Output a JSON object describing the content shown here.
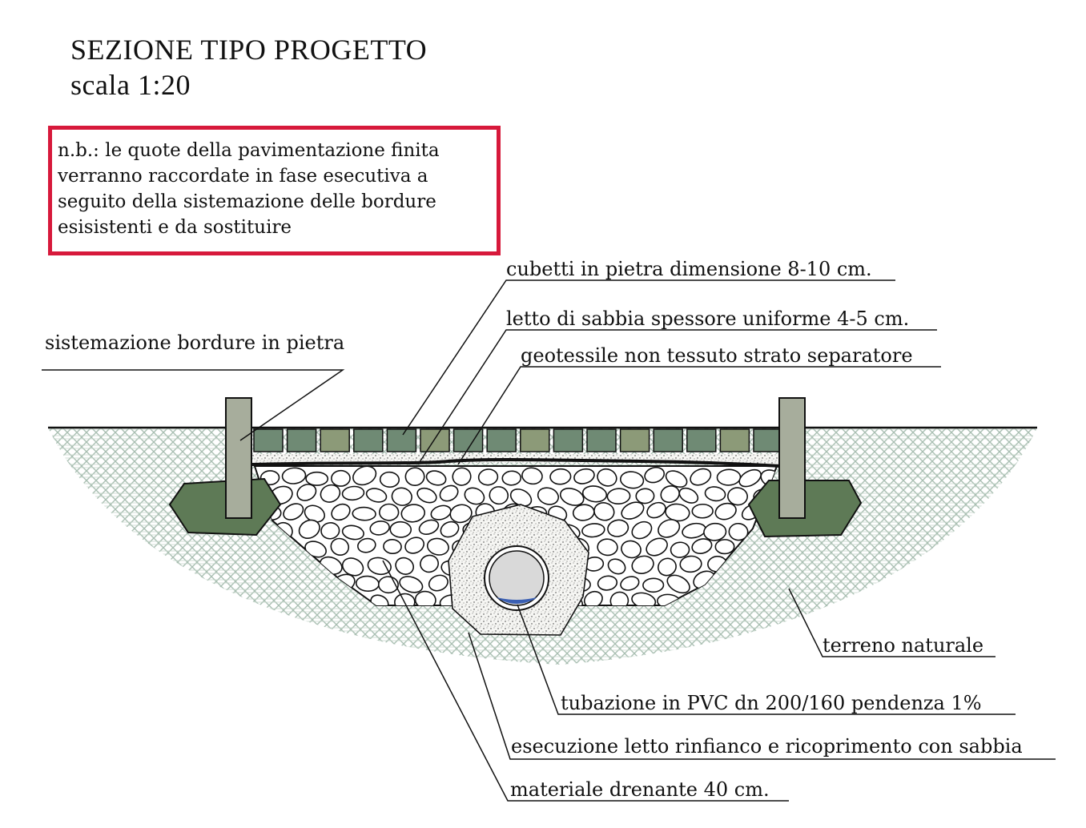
{
  "title": {
    "line1": "SEZIONE TIPO PROGETTO",
    "line2": "scala 1:20"
  },
  "note": {
    "lines": [
      "n.b.: le quote della pavimentazione finita",
      "verranno raccordate in fase esecutiva a",
      "seguito della sistemazione delle bordure",
      "esisistenti e da sostituire"
    ],
    "border_color": "#d7193b"
  },
  "labels": {
    "cubetti": "cubetti in pietra dimensione 8-10 cm.",
    "letto_sabbia": "letto di sabbia spessore uniforme 4-5 cm.",
    "geotessile": "geotessile non tessuto strato separatore",
    "bordure": "sistemazione bordure in pietra",
    "terreno": "terreno naturale",
    "tubazione": "tubazione in PVC dn 200/160 pendenza 1%",
    "rinfianco": "esecuzione letto rinfianco e ricoprimento con sabbia",
    "drenante": "materiale drenante 40 cm."
  },
  "colors": {
    "soil_hatch": "#a9bfb2",
    "stone_cube": "#6f8a74",
    "stone_cube_light": "#8c9a78",
    "curb": "#a7ad9c",
    "foundation": "#5e7a56",
    "water": "#3a5fb3"
  }
}
